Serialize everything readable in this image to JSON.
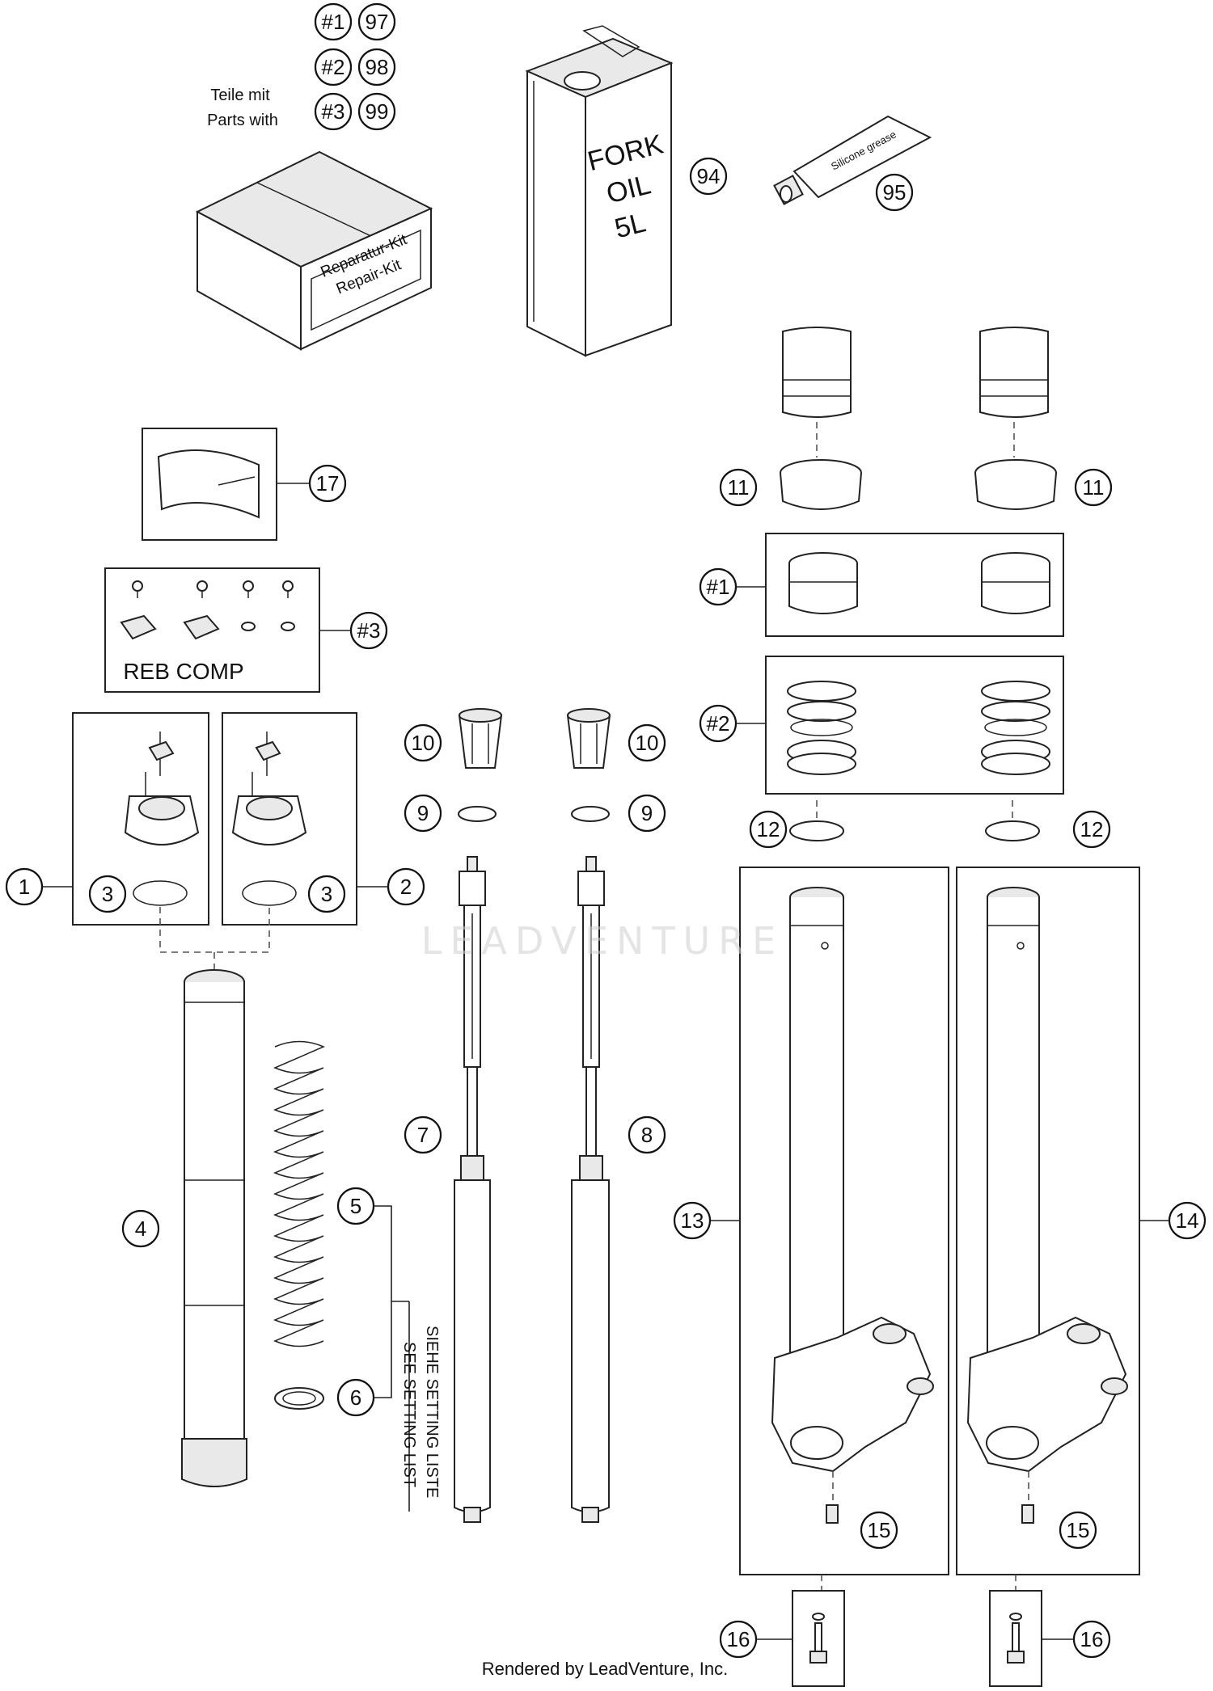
{
  "kit_note": {
    "line1": "Teile mit",
    "line2": "Parts with",
    "kits": [
      {
        "kit": "#1",
        "part": "97"
      },
      {
        "kit": "#2",
        "part": "98"
      },
      {
        "kit": "#3",
        "part": "99"
      }
    ]
  },
  "repair_kit_box": {
    "line1": "Reparatur-Kit",
    "line2": "Repair-Kit"
  },
  "oil_can": {
    "line1": "FORK",
    "line2": "OIL",
    "line3": "5L"
  },
  "grease_tube": {
    "label": "Silicone grease"
  },
  "labels": {
    "reb_comp": "REB COMP",
    "setting_list_de": "SIEHE SETTING LISTE",
    "setting_list_en": "SEE SETTING LIST",
    "watermark": "LEADVENTURE",
    "footer": "Rendered by LeadVenture, Inc."
  },
  "callouts": [
    "1",
    "2",
    "3",
    "3",
    "4",
    "5",
    "6",
    "7",
    "8",
    "9",
    "9",
    "10",
    "10",
    "11",
    "11",
    "12",
    "12",
    "13",
    "14",
    "15",
    "15",
    "16",
    "16",
    "17",
    "#1",
    "#2",
    "#3",
    "94",
    "95"
  ]
}
